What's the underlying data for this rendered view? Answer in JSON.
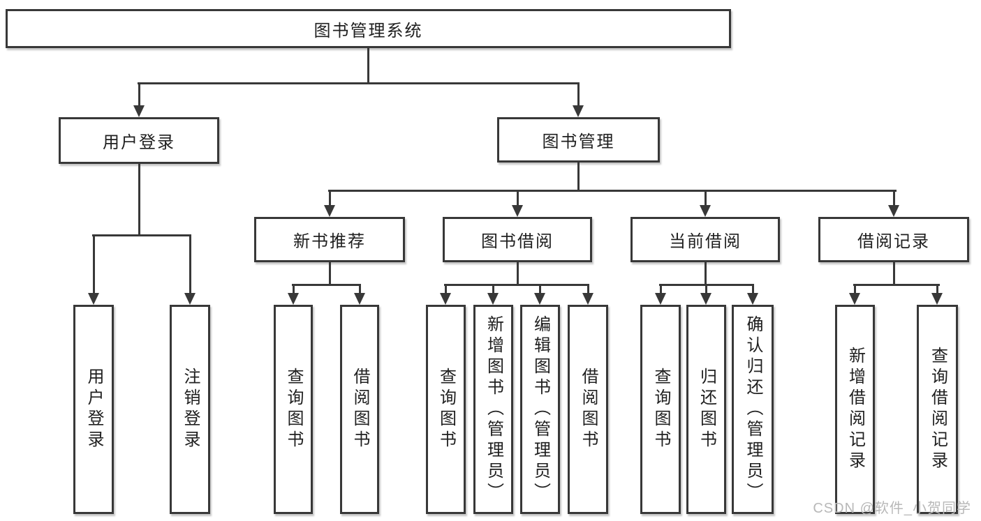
{
  "title": "图书管理系统",
  "nodes": {
    "root": "图书管理系统",
    "user_login": "用户登录",
    "book_mgmt": "图书管理",
    "new_book": "新书推荐",
    "book_borrow": "图书借阅",
    "current_borrow": "当前借阅",
    "borrow_record": "借阅记录",
    "leaves": {
      "a1": "用户登录",
      "a2": "注销登录",
      "b1": "查询图书",
      "b2": "借阅图书",
      "c1": "查询图书",
      "c2": "新增图书（管理员）",
      "c3": "编辑图书（管理员）",
      "c4": "借阅图书",
      "d1": "查询图书",
      "d2": "归还图书",
      "d3": "确认归还（管理员）",
      "e1": "新增借阅记录",
      "e2": "查询借阅记录"
    }
  },
  "watermark": "CSDN @软件_小贺同学",
  "colors": {
    "line": "#383838",
    "box_border": "#383838",
    "box_fill": "#ffffff",
    "text": "#1f1f1f",
    "watermark": "#b8b8b8"
  }
}
